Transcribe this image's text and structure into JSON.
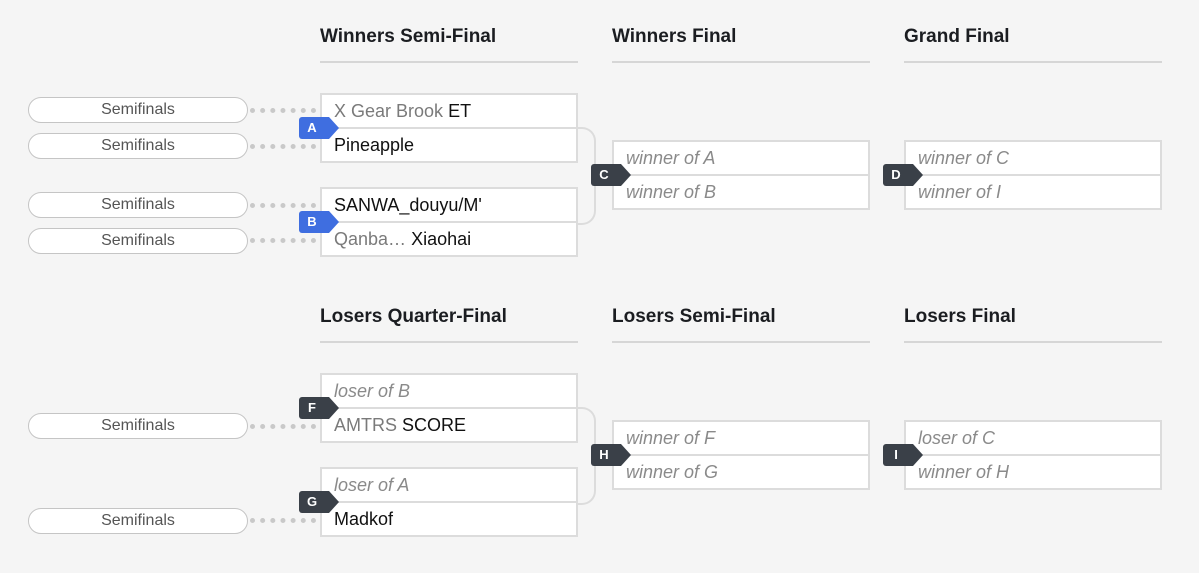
{
  "rounds": {
    "winners_semi": "Winners Semi-Final",
    "winners_final": "Winners Final",
    "grand_final": "Grand Final",
    "losers_quarter": "Losers Quarter-Final",
    "losers_semi": "Losers Semi-Final",
    "losers_final": "Losers Final"
  },
  "prev_label": "Semifinals",
  "matches": {
    "A": {
      "id": "A",
      "top_prefix": "X Gear Brook",
      "top_name": "ET",
      "bottom_name": "Pineapple"
    },
    "B": {
      "id": "B",
      "top_name": "SANWA_douyu/M'",
      "bottom_prefix": "Qanba…",
      "bottom_name": "Xiaohai"
    },
    "C": {
      "id": "C",
      "top": "winner of A",
      "bottom": "winner of B"
    },
    "D": {
      "id": "D",
      "top": "winner of C",
      "bottom": "winner of I"
    },
    "F": {
      "id": "F",
      "top": "loser of B",
      "bottom_prefix": "AMTRS",
      "bottom_name": "SCORE"
    },
    "G": {
      "id": "G",
      "top": "loser of A",
      "bottom_name": "Madkof"
    },
    "H": {
      "id": "H",
      "top": "winner of F",
      "bottom": "winner of G"
    },
    "I": {
      "id": "I",
      "top": "loser of C",
      "bottom": "winner of H"
    }
  },
  "colors": {
    "winners_badge": "#3f6ee0",
    "losers_badge": "#3a4048"
  }
}
